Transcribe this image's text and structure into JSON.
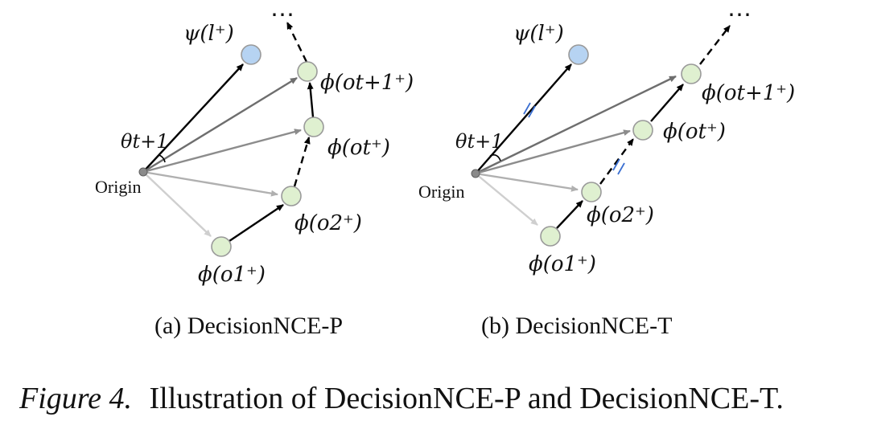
{
  "panel_a": {
    "caption": "(a) DecisionNCE-P",
    "origin_label": "Origin",
    "lang_label": "ψ(l⁺)",
    "angle_label": "θt+1",
    "labels": {
      "o1": "ϕ(o1⁺)",
      "o2": "ϕ(o2⁺)",
      "ot": "ϕ(ot⁺)",
      "ot1": "ϕ(ot+1⁺)"
    },
    "ellipsis": "⋯"
  },
  "panel_b": {
    "caption": "(b) DecisionNCE-T",
    "origin_label": "Origin",
    "lang_label": "ψ(l⁺)",
    "angle_label": "θt+1",
    "labels": {
      "o1": "ϕ(o1⁺)",
      "o2": "ϕ(o2⁺)",
      "ot": "ϕ(ot⁺)",
      "ot1": "ϕ(ot+1⁺)"
    },
    "ellipsis": "⋯"
  },
  "figure_caption": {
    "prefix": "Figure 4.",
    "text": "Illustration of DecisionNCE-P and DecisionNCE-T."
  },
  "colors": {
    "node_green": "#dff0d0",
    "node_blue": "#b6d3f2",
    "node_stroke": "#9a9a9a",
    "tick_blue": "#3b6fd1"
  }
}
